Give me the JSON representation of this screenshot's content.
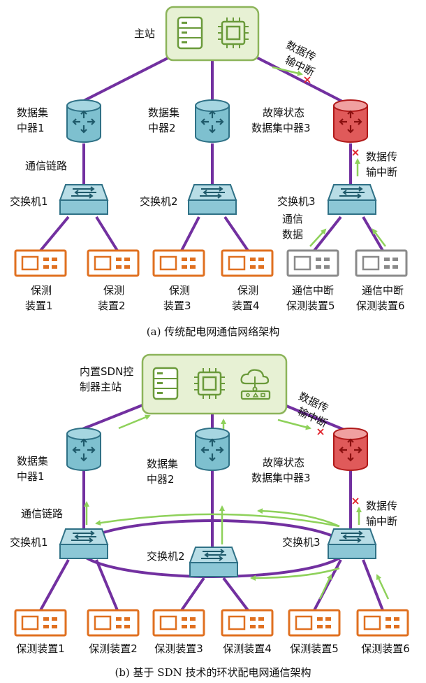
{
  "colors": {
    "link": "#7230a0",
    "arrow": "#8ed15a",
    "hub_fill": "#7ec0cf",
    "hub_stroke": "#2f7186",
    "fault_fill": "#e05a5a",
    "fault_stroke": "#b01a1a",
    "device_active": "#e07020",
    "device_inactive": "#8a8a8a",
    "station_fill": "#e7f1d4",
    "station_stroke": "#8cb45a"
  },
  "diagram_a": {
    "station_label": "主站",
    "hub1_label": [
      "数据集",
      "中器1"
    ],
    "hub2_label": [
      "数据集",
      "中器2"
    ],
    "hub3_label": [
      "故障状态",
      "数据集中器3"
    ],
    "top_break_label": [
      "数据传",
      "输中断"
    ],
    "mid_break_label": [
      "数据传",
      "输中断"
    ],
    "link_label": "通信链路",
    "switch1_label": "交换机1",
    "switch2_label": "交换机2",
    "switch3_label": "交换机3",
    "comm_data_label": [
      "通信",
      "数据"
    ],
    "devices": [
      [
        "保测",
        "装置1"
      ],
      [
        "保测",
        "装置2"
      ],
      [
        "保测",
        "装置3"
      ],
      [
        "保测",
        "装置4"
      ],
      [
        "通信中断",
        "保测装置5"
      ],
      [
        "通信中断",
        "保测装置6"
      ]
    ],
    "caption": "(a) 传统配电网通信网络架构"
  },
  "diagram_b": {
    "station_label": [
      "内置SDN控",
      "制器主站"
    ],
    "hub1_label": [
      "数据集",
      "中器1"
    ],
    "hub2_label": [
      "数据集",
      "中器2"
    ],
    "hub3_label": [
      "故障状态",
      "数据集中器3"
    ],
    "top_break_label": [
      "数据传",
      "输中断"
    ],
    "mid_break_label": [
      "数据传",
      "输中断"
    ],
    "link_label": "通信链路",
    "switch1_label": "交换机1",
    "switch2_label": "交换机2",
    "switch3_label": "交换机3",
    "devices": [
      "保测装置1",
      "保测装置2",
      "保测装置3",
      "保测装置4",
      "保测装置5",
      "保测装置6"
    ],
    "caption": "(b) 基于 SDN 技术的环状配电网通信架构"
  }
}
